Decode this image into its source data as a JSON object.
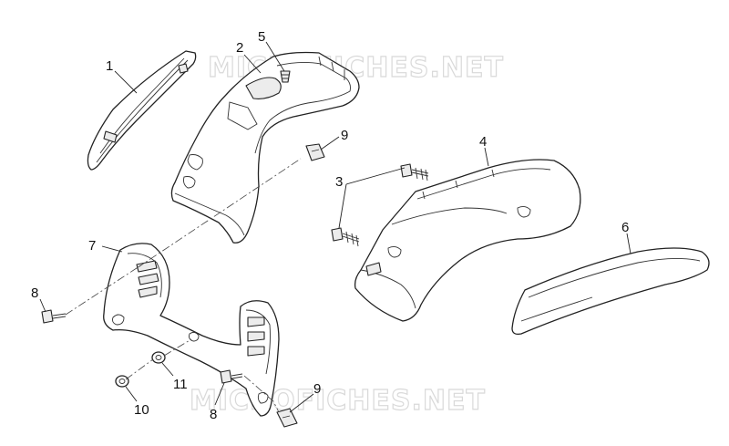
{
  "watermarks": [
    "MICROFICHES.NET",
    "MICROFICHES.NET"
  ],
  "callouts": [
    {
      "id": "c1",
      "text": "1"
    },
    {
      "id": "c2",
      "text": "2"
    },
    {
      "id": "c5",
      "text": "5"
    },
    {
      "id": "c9a",
      "text": "9"
    },
    {
      "id": "c4",
      "text": "4"
    },
    {
      "id": "c3",
      "text": "3"
    },
    {
      "id": "c6",
      "text": "6"
    },
    {
      "id": "c7",
      "text": "7"
    },
    {
      "id": "c8a",
      "text": "8"
    },
    {
      "id": "c11",
      "text": "11"
    },
    {
      "id": "c10",
      "text": "10"
    },
    {
      "id": "c8b",
      "text": "8"
    },
    {
      "id": "c9b",
      "text": "9"
    }
  ]
}
